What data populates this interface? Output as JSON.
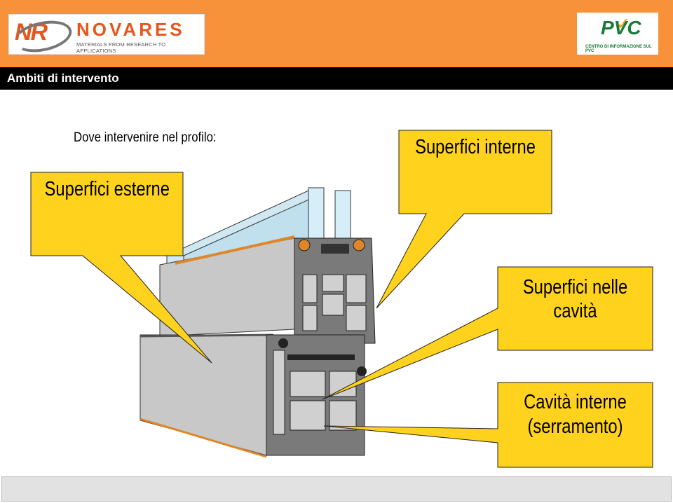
{
  "header": {
    "logo_left": {
      "mark": "NR",
      "brand": "NOVARES",
      "tagline": "MATERIALS FROM RESEARCH TO APPLICATIONS"
    },
    "logo_right": {
      "mark": "PVC",
      "tagline": "CENTRO DI INFORMAZIONE SUL PVC"
    }
  },
  "title": "Ambiti di intervento",
  "intro": "Dove intervenire nel profilo:",
  "callouts": {
    "esterne": "Superfici esterne",
    "interne": "Superfici interne",
    "cavita_line1": "Superfici nelle",
    "cavita_line2": "cavità",
    "serramento_line1": "Cavità interne",
    "serramento_line2": "(serramento)"
  },
  "colors": {
    "header_bg": "#f7923a",
    "title_bg": "#000000",
    "callout": "#ffd21e",
    "brand_orange": "#e8561b",
    "pvc_green": "#1a7a3a"
  }
}
